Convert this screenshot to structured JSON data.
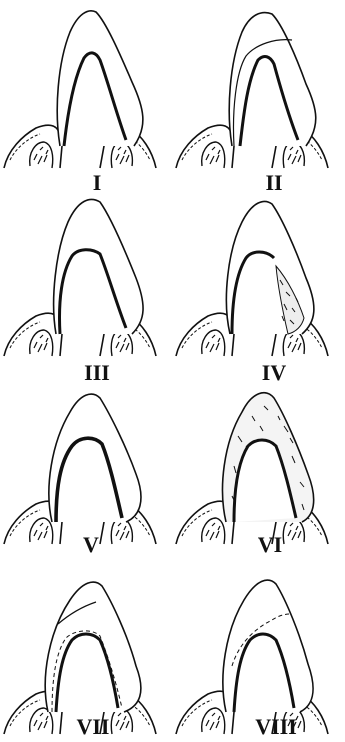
{
  "figure": {
    "panels": [
      {
        "label": "I"
      },
      {
        "label": "II"
      },
      {
        "label": "III"
      },
      {
        "label": "IV"
      },
      {
        "label": "V"
      },
      {
        "label": "VI"
      },
      {
        "label": "VII"
      },
      {
        "label": "VIII"
      }
    ]
  }
}
